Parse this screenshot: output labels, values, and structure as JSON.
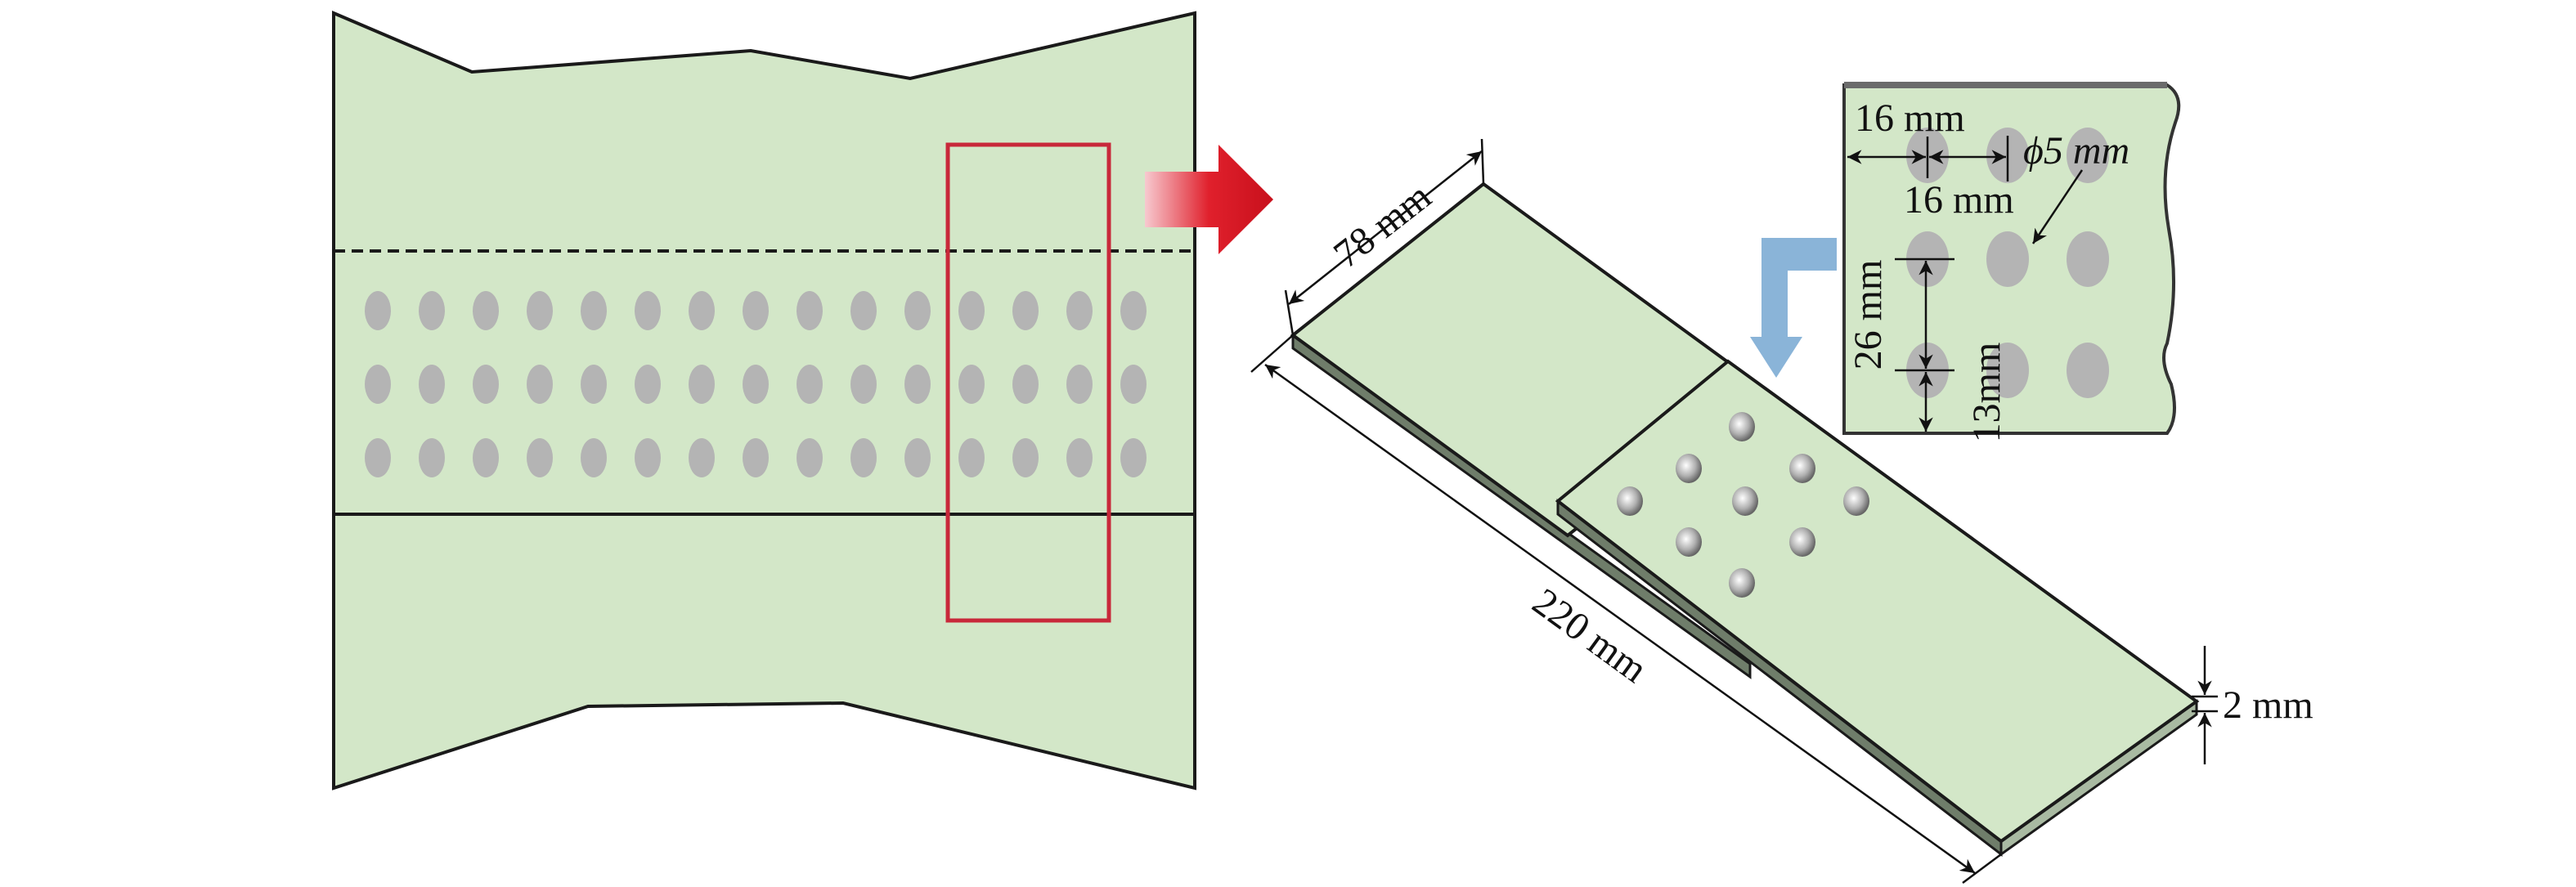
{
  "colors": {
    "plate": "#d3e7c8",
    "hole": "#b4b4b4",
    "outline": "#1a1a1a",
    "highlight": "#c8283a",
    "arrow_red": "#e0202c",
    "arrow_blue": "#8ab4d8"
  },
  "labels": {
    "width": "78 mm",
    "length": "220 mm",
    "thickness": "2 mm",
    "pitch_edge": "16 mm",
    "pitch_col": "16 mm",
    "diameter": "ϕ5 mm",
    "row_spacing": "26 mm",
    "edge_row": "13mm"
  },
  "panel": {
    "hole_rows": 3,
    "hole_cols": 15
  },
  "inset": {
    "hole_rows": 3,
    "hole_cols": 3
  },
  "joint": {
    "rivets": 9
  }
}
